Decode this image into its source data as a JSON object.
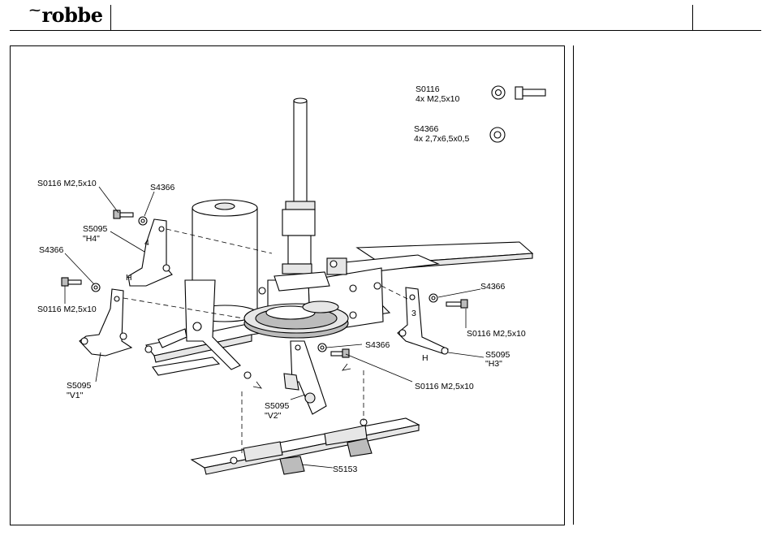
{
  "header": {
    "logo_text": "robbe",
    "logo_icon": "robbe-swoosh-mark"
  },
  "legend": {
    "item1": {
      "code": "S0116",
      "qty_spec": "4x  M2,5x10",
      "icons": [
        "washer-icon",
        "screw-icon"
      ]
    },
    "item2": {
      "code": "S4366",
      "qty_spec": "4x  2,7x6,5x0,5",
      "icons": [
        "washer-icon"
      ]
    }
  },
  "callouts": {
    "screw_top_left": "S0116 M2,5x10",
    "washer_top_left": "S4366",
    "bracket_h4_code": "S5095",
    "bracket_h4_name": "\"H4\"",
    "washer_left": "S4366",
    "screw_left": "S0116 M2,5x10",
    "bracket_v1_code": "S5095",
    "bracket_v1_name": "\"V1\"",
    "washer_right": "S4366",
    "screw_right": "S0116 M2,5x10",
    "bracket_h3_code": "S5095",
    "bracket_h3_name": "\"H3\"",
    "washer_center": "S4366",
    "screw_center": "S0116 M2,5x10",
    "bracket_v2_code": "S5095",
    "bracket_v2_name": "\"V2\"",
    "skid": "S5153"
  },
  "bracket_marks": {
    "h4_number": "4",
    "h4_letter": "H",
    "h3_number": "3",
    "h3_letter": "H"
  }
}
